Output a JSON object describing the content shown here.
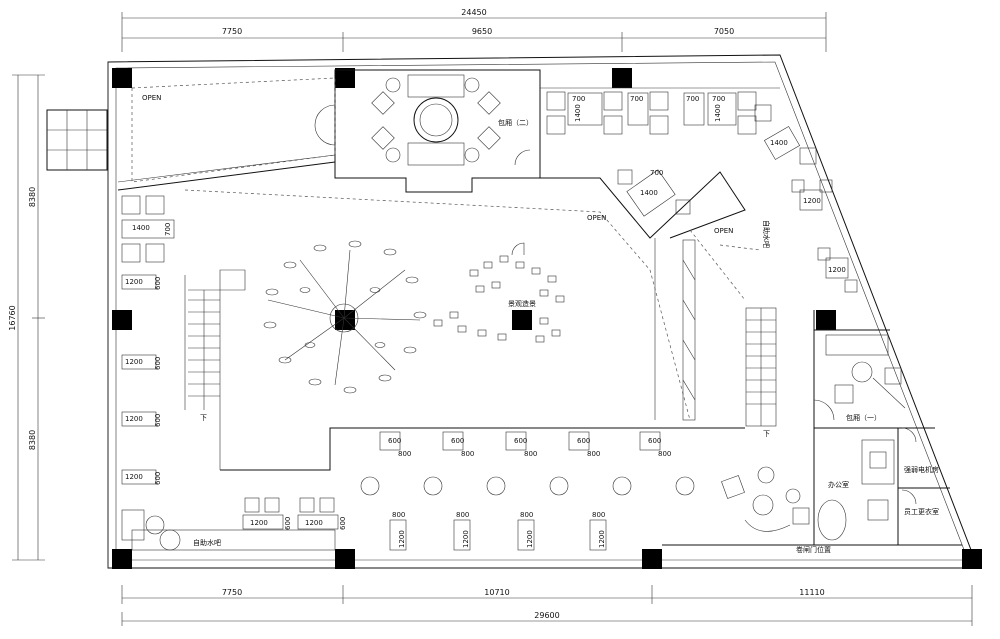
{
  "dimensions": {
    "top_total": "24450",
    "top_segments": [
      "7750",
      "9650",
      "7050"
    ],
    "bottom_segments": [
      "7750",
      "10710",
      "11110"
    ],
    "bottom_total": "29600",
    "left_total": "16760",
    "left_segments": [
      "8380",
      "8380"
    ]
  },
  "rooms": {
    "private_room_2": "包厢（二）",
    "private_room_1": "包厢（一）",
    "feature_area": "景观造景",
    "self_service_bar_left": "自助水吧",
    "self_service_bar_right": "自助水吧",
    "office": "办公室",
    "electrical_room": "强弱电机房",
    "staff_locker_room": "员工更衣室",
    "rolling_door": "卷闸门位置"
  },
  "annotations": {
    "open_1": "OPEN",
    "open_2": "OPEN",
    "open_3": "OPEN",
    "stair_down_left": "下",
    "stair_down_right": "下"
  },
  "table_dims": {
    "top_row": [
      "700",
      "1400",
      "700",
      "700",
      "1400",
      "700"
    ],
    "right_tables": [
      "1400",
      "1200",
      "1200"
    ],
    "center_table": [
      "700",
      "1400"
    ],
    "left_first": [
      "1400",
      "700"
    ],
    "left_column": [
      "1200",
      "600"
    ],
    "middle_row": [
      "600",
      "800"
    ],
    "bottom_row": [
      "800",
      "1200"
    ],
    "bar_tables": [
      "1200",
      "600"
    ]
  }
}
